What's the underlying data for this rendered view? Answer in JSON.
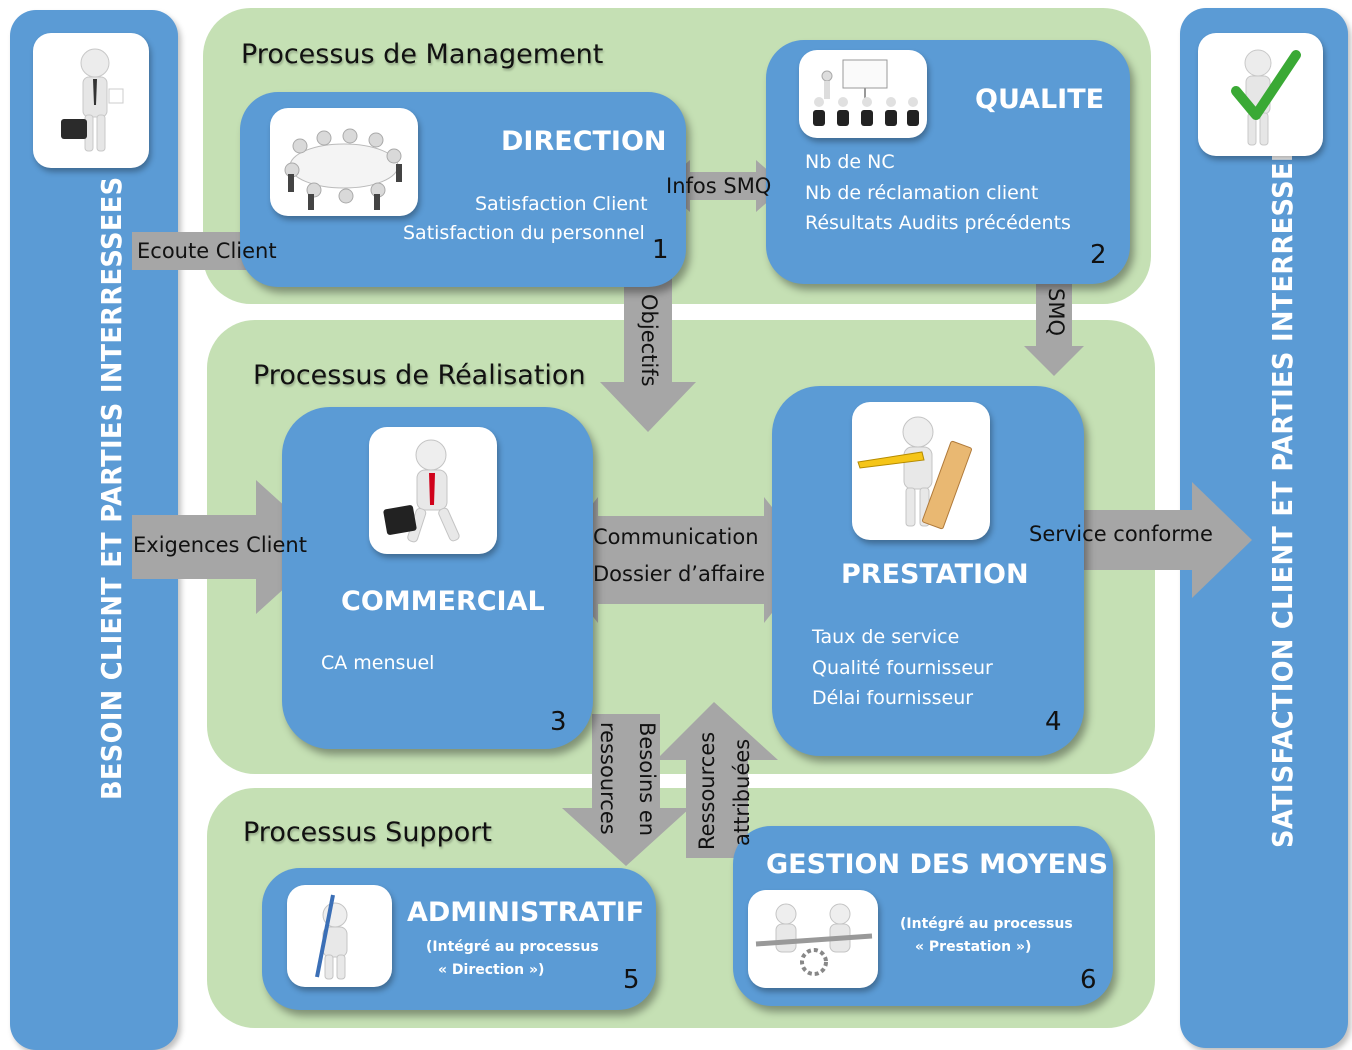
{
  "sidebars": {
    "left_label": "BESOIN CLIENT ET PARTIES INTERRESSEES",
    "right_label": "SATISFACTION CLIENT ET PARTIES INTERRESSEES"
  },
  "groups": {
    "management": "Processus de Management",
    "realisation": "Processus de Réalisation",
    "support": "Processus Support"
  },
  "boxes": {
    "direction": {
      "title": "DIRECTION",
      "items": [
        "Satisfaction Client",
        "Satisfaction du personnel"
      ],
      "number": "1"
    },
    "qualite": {
      "title": "QUALITE",
      "items": [
        "Nb de NC",
        "Nb de réclamation client",
        "Résultats Audits précédents"
      ],
      "number": "2"
    },
    "commercial": {
      "title": "COMMERCIAL",
      "items": [
        "CA mensuel"
      ],
      "number": "3"
    },
    "prestation": {
      "title": "PRESTATION",
      "items": [
        "Taux de service",
        "Qualité fournisseur",
        "Délai fournisseur"
      ],
      "number": "4"
    },
    "administratif": {
      "title": "ADMINISTRATIF",
      "note_line1": "(Intégré au processus",
      "note_line2": "« Direction »)",
      "number": "5"
    },
    "gestion": {
      "title": "GESTION DES MOYENS",
      "note_line1": "(Intégré au processus",
      "note_line2": "« Prestation »)",
      "number": "6"
    }
  },
  "arrows": {
    "ecoute_client": "Ecoute Client",
    "infos_smq": "Infos SMQ",
    "objectifs": "Objectifs",
    "smq": "SMQ",
    "exigences_client": "Exigences Client",
    "communication": "Communication",
    "dossier_affaire": "Dossier d’affaire",
    "service_conforme": "Service conforme",
    "besoins_ressources_line1": "Besoins en",
    "besoins_ressources_line2": "ressources",
    "ressources_attribuees_line1": "Ressources",
    "ressources_attribuees_line2": "attribuées"
  },
  "colors": {
    "process_blue": "#5b9bd5",
    "group_green": "#c5e0b4",
    "arrow_gray": "#a6a6a6"
  }
}
